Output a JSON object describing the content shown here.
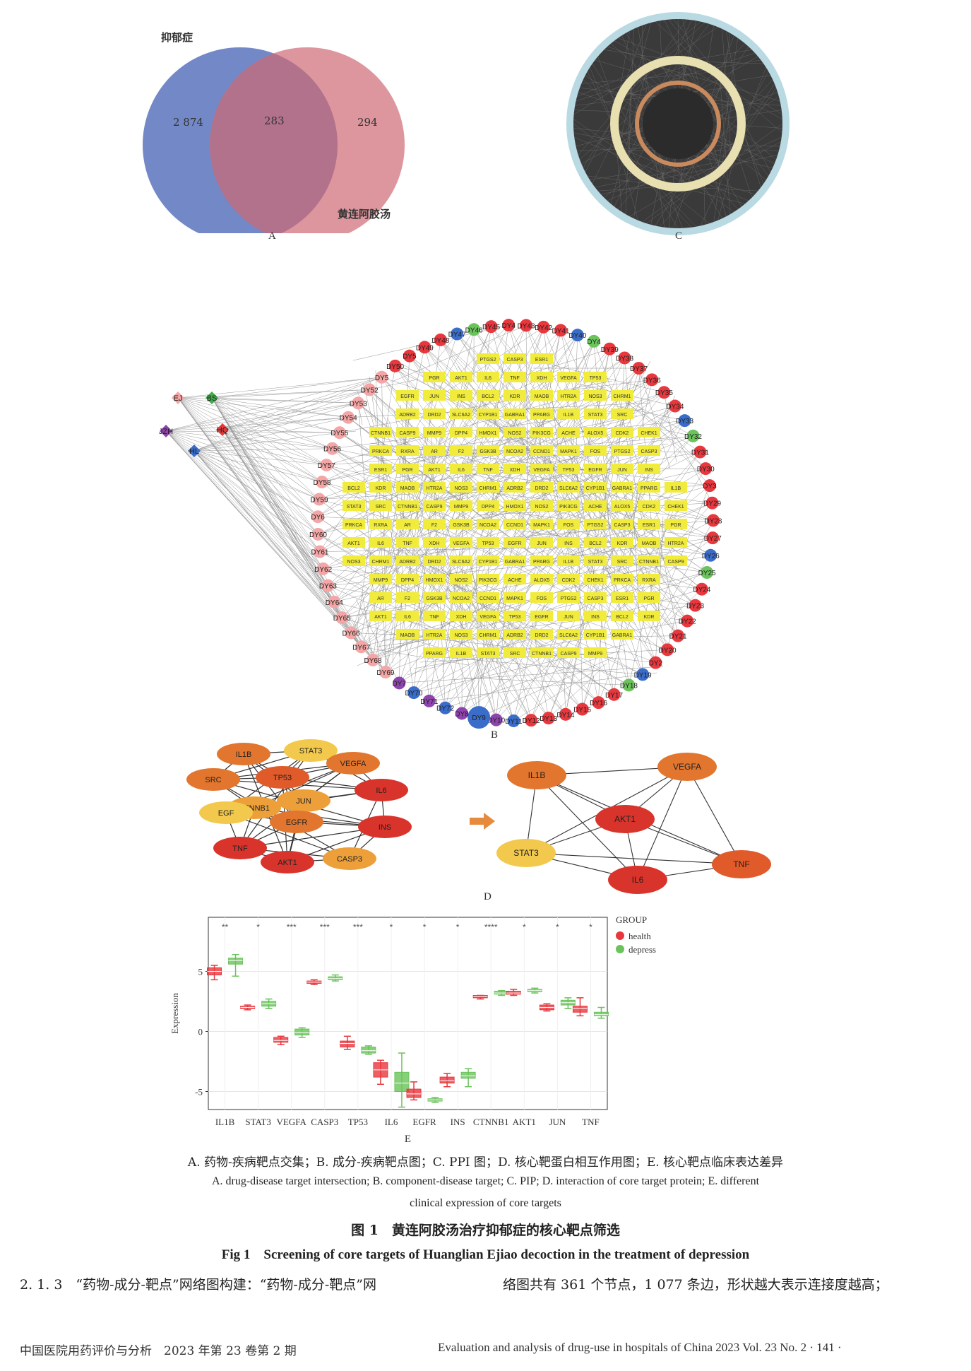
{
  "panelA": {
    "label": "A",
    "set_left_name": "抑郁症",
    "set_right_name": "黄连阿胶汤",
    "left_only": "2 874",
    "intersection": "283",
    "right_only": "294",
    "left_color": "#6b82c4",
    "right_color": "#d9848a"
  },
  "panelB": {
    "label": "B",
    "herbs": [
      {
        "name": "EJ",
        "color": "#f4a6a6"
      },
      {
        "name": "BS",
        "color": "#3fae49"
      },
      {
        "name": "HQ",
        "color": "#e23a3a"
      },
      {
        "name": "JZH",
        "color": "#8e44ad"
      },
      {
        "name": "HL",
        "color": "#3a6cc9"
      }
    ],
    "ring_nodes": [
      "DY4",
      "DY43",
      "DY42",
      "DY41",
      "DY40",
      "DY4",
      "DY39",
      "DY38",
      "DY37",
      "DY36",
      "DY35",
      "DY34",
      "DY33",
      "DY32",
      "DY31",
      "DY30",
      "DY3",
      "DY29",
      "DY28",
      "DY27",
      "DY26",
      "DY25",
      "DY24",
      "DY23",
      "DY22",
      "DY21",
      "DY20",
      "DY2",
      "DY19",
      "DY18",
      "DY17",
      "DY16",
      "DY15",
      "DY14",
      "DY13",
      "DY12",
      "DY11",
      "DY10",
      "DY9",
      "DY8",
      "DY72",
      "DY71",
      "DY70",
      "DY7",
      "DY69",
      "DY68",
      "DY67",
      "DY66",
      "DY65",
      "DY64",
      "DY63",
      "DY62",
      "DY61",
      "DY60",
      "DY6",
      "DY59",
      "DY58",
      "DY57",
      "DY56",
      "DY55",
      "DY54",
      "DY53",
      "DY52",
      "DY5",
      "DY50",
      "DY5",
      "DY49",
      "DY48",
      "DY47",
      "DY46",
      "DY45"
    ],
    "target_labels": [
      "PTGS2",
      "CASP3",
      "ESR1",
      "PGR",
      "AKT1",
      "IL6",
      "TNF",
      "XDH",
      "VEGFA",
      "TP53",
      "EGFR",
      "JUN",
      "INS",
      "BCL2",
      "KDR",
      "MAOB",
      "HTR2A",
      "NOS3",
      "CHRM1",
      "ADRB2",
      "DRD2",
      "SLC6A2",
      "CYP1B1",
      "GABRA1",
      "PPARG",
      "IL1B",
      "STAT3",
      "SRC",
      "CTNNB1",
      "CASP9",
      "MMP9",
      "DPP4",
      "HMOX1",
      "NOS2",
      "PIK3CG",
      "ACHE",
      "ALOX5",
      "CDK2",
      "CHEK1",
      "PRKCA",
      "RXRA",
      "AR",
      "F2",
      "GSK3B",
      "NCOA2",
      "CCND1",
      "MAPK1",
      "FOS"
    ]
  },
  "panelC": {
    "label": "C"
  },
  "panelD": {
    "label": "D",
    "left_nodes": [
      {
        "name": "IL1B",
        "color": "#e2762e"
      },
      {
        "name": "STAT3",
        "color": "#f2c94c"
      },
      {
        "name": "SRC",
        "color": "#e2762e"
      },
      {
        "name": "TP53",
        "color": "#e05a2a"
      },
      {
        "name": "VEGFA",
        "color": "#e2762e"
      },
      {
        "name": "IL6",
        "color": "#d9342b"
      },
      {
        "name": "JUN",
        "color": "#eda03a"
      },
      {
        "name": "CTNNB1",
        "color": "#eda03a"
      },
      {
        "name": "EGF",
        "color": "#f2c94c"
      },
      {
        "name": "EGFR",
        "color": "#e2762e"
      },
      {
        "name": "INS",
        "color": "#d9342b"
      },
      {
        "name": "TNF",
        "color": "#d9342b"
      },
      {
        "name": "AKT1",
        "color": "#d9342b"
      },
      {
        "name": "CASP3",
        "color": "#eda03a"
      }
    ],
    "right_nodes": [
      {
        "name": "IL1B",
        "color": "#e2762e"
      },
      {
        "name": "VEGFA",
        "color": "#e2762e"
      },
      {
        "name": "AKT1",
        "color": "#d9342b"
      },
      {
        "name": "TNF",
        "color": "#e05a2a"
      },
      {
        "name": "STAT3",
        "color": "#f2c94c"
      },
      {
        "name": "IL6",
        "color": "#d9342b"
      }
    ]
  },
  "panelE": {
    "label": "E",
    "chart_data": {
      "type": "box",
      "ylabel": "Expression",
      "ylim": [
        -6.5,
        9.5
      ],
      "yticks": [
        -5,
        0,
        5
      ],
      "categories": [
        "IL1B",
        "STAT3",
        "VEGFA",
        "CASP3",
        "TP53",
        "IL6",
        "EGFR",
        "INS",
        "CTNNB1",
        "AKT1",
        "JUN",
        "TNF"
      ],
      "significance": [
        "**",
        "*",
        "***",
        "***",
        "***",
        "*",
        "*",
        "*",
        "****",
        "*",
        "*",
        "*"
      ],
      "legend_title": "GROUP",
      "series": [
        {
          "name": "health",
          "color": "#e8373d",
          "boxes": [
            {
              "min": 4.3,
              "q1": 4.7,
              "median": 5.0,
              "q3": 5.3,
              "max": 5.5
            },
            {
              "min": 1.8,
              "q1": 1.9,
              "median": 2.0,
              "q3": 2.1,
              "max": 2.2
            },
            {
              "min": -1.1,
              "q1": -0.9,
              "median": -0.75,
              "q3": -0.5,
              "max": -0.4
            },
            {
              "min": 3.9,
              "q1": 4.0,
              "median": 4.1,
              "q3": 4.2,
              "max": 4.3
            },
            {
              "min": -1.5,
              "q1": -1.3,
              "median": -1.0,
              "q3": -0.8,
              "max": -0.4
            },
            {
              "min": -4.4,
              "q1": -3.8,
              "median": -3.2,
              "q3": -2.6,
              "max": -2.4
            },
            {
              "min": -5.7,
              "q1": -5.5,
              "median": -5.2,
              "q3": -4.8,
              "max": -4.2
            },
            {
              "min": -4.6,
              "q1": -4.3,
              "median": -4.1,
              "q3": -3.8,
              "max": -3.5
            },
            {
              "min": 2.7,
              "q1": 2.8,
              "median": 2.9,
              "q3": 3.0,
              "max": 3.0
            },
            {
              "min": 3.0,
              "q1": 3.1,
              "median": 3.2,
              "q3": 3.35,
              "max": 3.5
            },
            {
              "min": 1.7,
              "q1": 1.8,
              "median": 2.0,
              "q3": 2.2,
              "max": 2.3
            },
            {
              "min": 1.3,
              "q1": 1.6,
              "median": 1.9,
              "q3": 2.1,
              "max": 2.8
            }
          ]
        },
        {
          "name": "depress",
          "color": "#6ac35b",
          "boxes": [
            {
              "min": 4.6,
              "q1": 5.6,
              "median": 5.9,
              "q3": 6.1,
              "max": 6.4
            },
            {
              "min": 1.9,
              "q1": 2.1,
              "median": 2.3,
              "q3": 2.5,
              "max": 2.7
            },
            {
              "min": -0.5,
              "q1": -0.3,
              "median": -0.1,
              "q3": 0.2,
              "max": 0.3
            },
            {
              "min": 4.2,
              "q1": 4.3,
              "median": 4.4,
              "q3": 4.55,
              "max": 4.7
            },
            {
              "min": -1.9,
              "q1": -1.8,
              "median": -1.6,
              "q3": -1.3,
              "max": -1.2
            },
            {
              "min": -6.3,
              "q1": -5.0,
              "median": -4.3,
              "q3": -3.4,
              "max": -1.8
            },
            {
              "min": -5.9,
              "q1": -5.8,
              "median": -5.7,
              "q3": -5.6,
              "max": -5.5
            },
            {
              "min": -4.6,
              "q1": -3.9,
              "median": -3.7,
              "q3": -3.4,
              "max": -3.1
            },
            {
              "min": 3.0,
              "q1": 3.1,
              "median": 3.2,
              "q3": 3.35,
              "max": 3.4
            },
            {
              "min": 3.2,
              "q1": 3.3,
              "median": 3.4,
              "q3": 3.5,
              "max": 3.6
            },
            {
              "min": 1.9,
              "q1": 2.2,
              "median": 2.4,
              "q3": 2.6,
              "max": 2.8
            },
            {
              "min": 1.1,
              "q1": 1.3,
              "median": 1.4,
              "q3": 1.6,
              "max": 2.0
            }
          ]
        }
      ]
    }
  },
  "caption": {
    "cn_sub": "A. 药物-疾病靶点交集；B. 成分-疾病靶点图；C. PPI 图；D. 核心靶蛋白相互作用图；E. 核心靶点临床表达差异",
    "en_sub_1": "A.  drug-disease target intersection;  B.  component-disease target;  C.  PIP;  D.  interaction of core target protein;  E.  different",
    "en_sub_2": "clinical expression of core targets",
    "cn_title": "图 1　黄连阿胶汤治疗抑郁症的核心靶点筛选",
    "en_title": "Fig 1　Screening of core targets of Huanglian Ejiao decoction in the treatment of depression"
  },
  "body_text": {
    "line1_left": "2. 1. 3　“药物-成分-靶点”网络图构建：“药物-成分-靶点”网",
    "line1_right": "络图共有 361 个节点，1 077 条边，形状越大表示连接度越高；"
  },
  "footer": {
    "left": "中国医院用药评价与分析　2023 年第 23 卷第 2 期",
    "right": "Evaluation and analysis of drug-use in hospitals of China 2023 Vol. 23 No. 2 · 141 ·"
  }
}
